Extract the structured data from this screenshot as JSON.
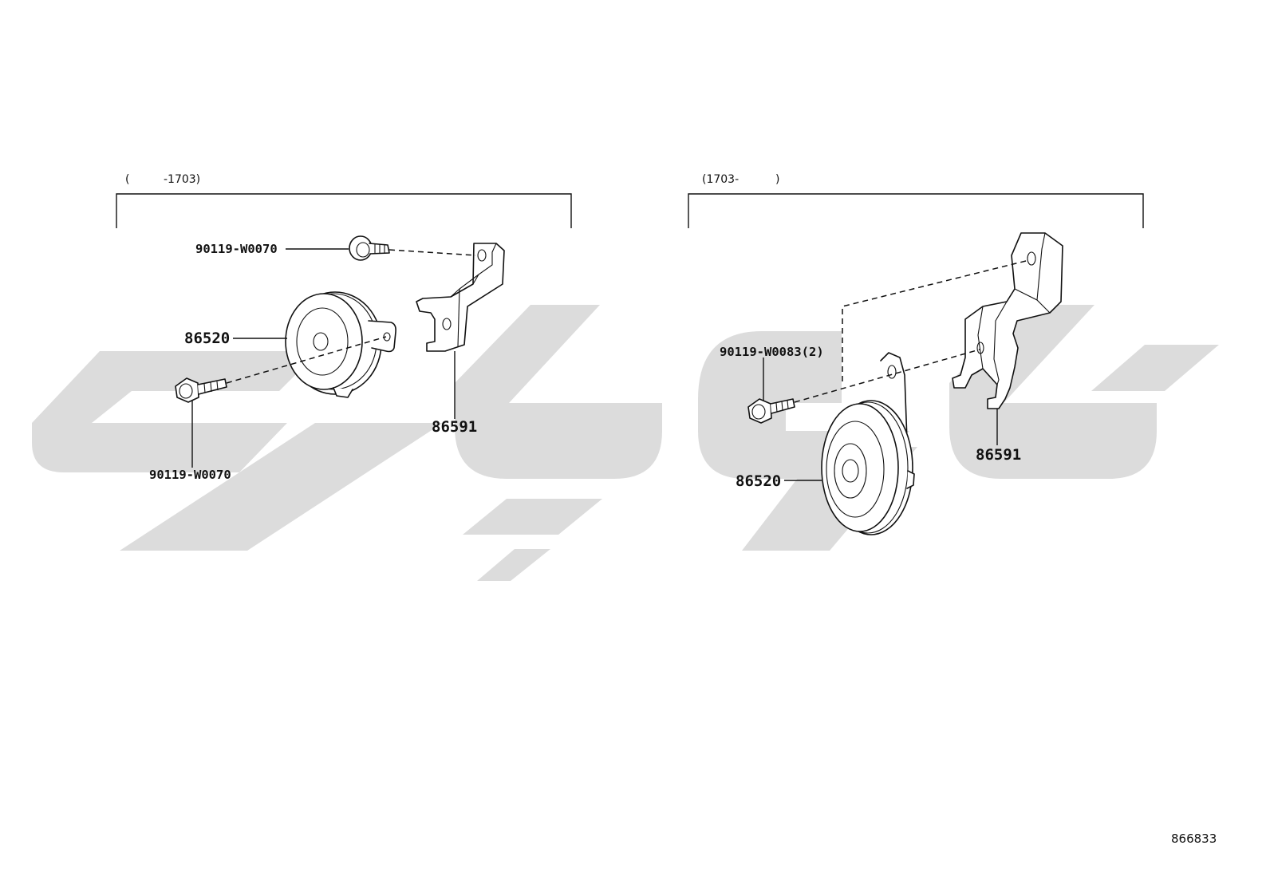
{
  "left_group": {
    "range_open": "(",
    "range_label": "-1703)",
    "parts": {
      "bolt_top": "90119-W0070",
      "horn": "86520",
      "bolt_bottom": "90119-W0070",
      "bracket": "86591"
    }
  },
  "right_group": {
    "range_label": "(1703-",
    "range_close": ")",
    "parts": {
      "bolt": "90119-W0083(2)",
      "horn": "86520",
      "bracket": "86591"
    }
  },
  "figure_number": "866833"
}
